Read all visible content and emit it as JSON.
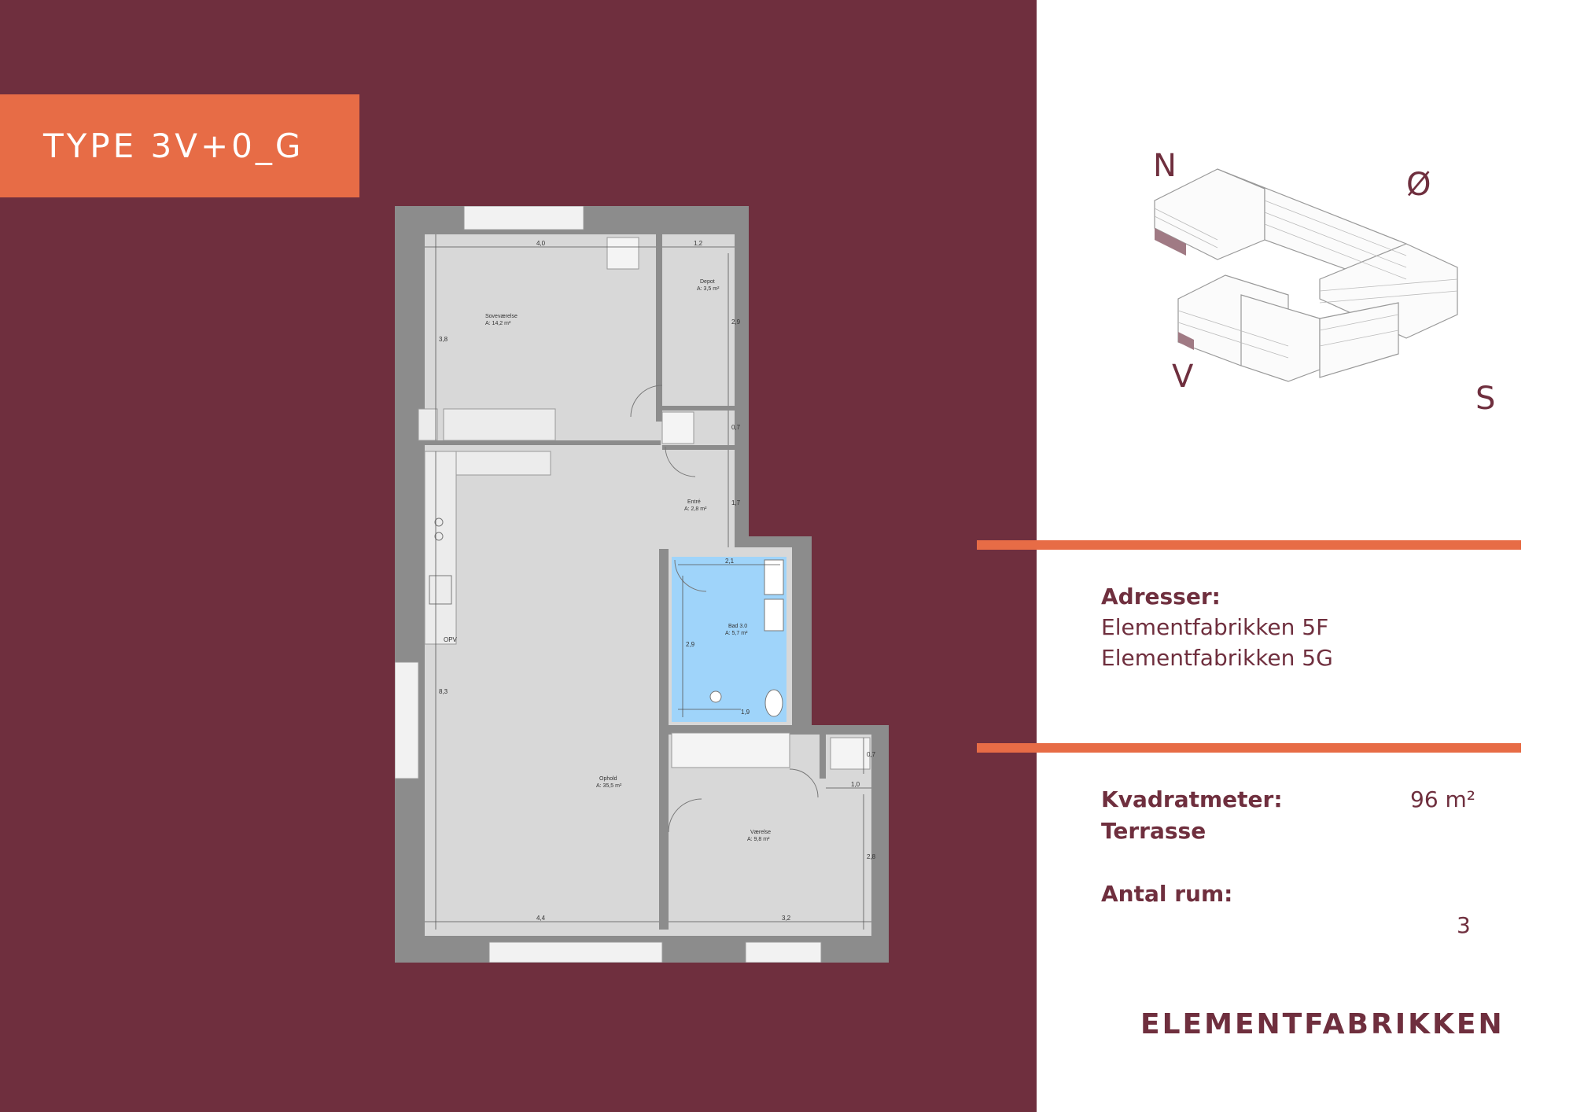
{
  "type_label": "TYPE 3V+0_G",
  "compass": {
    "n": "N",
    "e": "Ø",
    "w": "V",
    "s": "S"
  },
  "addresses": {
    "label": "Adresser:",
    "lines": [
      "Elementfabrikken 5F",
      "Elementfabrikken 5G"
    ]
  },
  "area": {
    "label": "Kvadratmeter:",
    "value": "96 m²",
    "terrace_label": "Terrasse"
  },
  "rooms": {
    "label": "Antal rum:",
    "value": "3"
  },
  "brand": "ELEMENTFABRIKKEN",
  "colors": {
    "wine": "#6F2F3E",
    "orange": "#E76C46",
    "bath": "#9FD4FA",
    "floor": "#D8D8D8",
    "wall": "#8C8C8C"
  },
  "floorplan": {
    "rooms": [
      {
        "name": "Soveværelse",
        "area": "A: 14,2 m²"
      },
      {
        "name": "Depot",
        "area": "A: 3,5 m²"
      },
      {
        "name": "Entré",
        "area": "A: 2,8 m²"
      },
      {
        "name": "Bad 3.0",
        "area": "A: 5,7 m²"
      },
      {
        "name": "Ophold",
        "area": "A: 35,5 m²"
      },
      {
        "name": "Værelse",
        "area": "A: 9,8 m²"
      }
    ],
    "dimensions": [
      "4,0",
      "1,2",
      "3,8",
      "2,9",
      "0,7",
      "1,7",
      "2,1",
      "2,9",
      "1,9",
      "8,3",
      "0,7",
      "1,0",
      "2,8",
      "4,4",
      "3,2"
    ],
    "kitchen_label": "OPV"
  }
}
